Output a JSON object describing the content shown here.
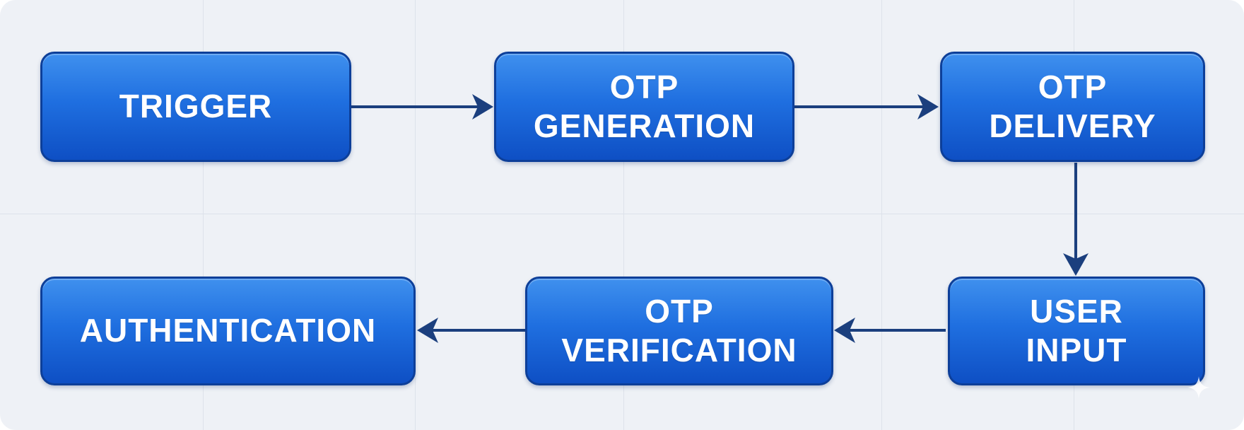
{
  "diagram": {
    "type": "flowchart",
    "nodes": [
      {
        "id": "trigger",
        "label": "TRIGGER"
      },
      {
        "id": "otp-generation",
        "label": "OTP\nGENERATION"
      },
      {
        "id": "otp-delivery",
        "label": "OTP\nDELIVERY"
      },
      {
        "id": "user-input",
        "label": "USER\nINPUT"
      },
      {
        "id": "otp-verification",
        "label": "OTP\nVERIFICATION"
      },
      {
        "id": "authentication",
        "label": "AUTHENTICATION"
      }
    ],
    "edges": [
      {
        "from": "trigger",
        "to": "otp-generation"
      },
      {
        "from": "otp-generation",
        "to": "otp-delivery"
      },
      {
        "from": "otp-delivery",
        "to": "user-input"
      },
      {
        "from": "user-input",
        "to": "otp-verification"
      },
      {
        "from": "otp-verification",
        "to": "authentication"
      }
    ]
  },
  "colors": {
    "node_fill_top": "#3f90ee",
    "node_fill_bottom": "#0e4fc4",
    "node_border": "#0d3f99",
    "node_text": "#ffffff",
    "connector": "#1b3f7e",
    "background": "#eef1f6",
    "grid": "#dde2ea"
  },
  "icons": {
    "corner": "sparkle-icon"
  }
}
